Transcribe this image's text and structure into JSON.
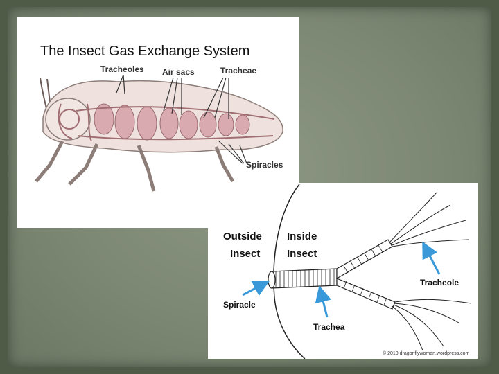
{
  "slide": {
    "title": "The Insect Gas Exchange System"
  },
  "grasshopper_diagram": {
    "labels": {
      "tracheoles": "Tracheoles",
      "air_sacs": "Air sacs",
      "tracheae": "Tracheae",
      "spiracles": "Spiracles"
    }
  },
  "trachea_diagram": {
    "labels": {
      "outside": [
        "Outside",
        "Insect"
      ],
      "inside": [
        "Inside",
        "Insect"
      ],
      "spiracle": "Spiracle",
      "trachea": "Trachea",
      "tracheole": "Tracheole"
    },
    "credit": "© 2010 dragonflywoman.wordpress.com",
    "arrow_color": "#3a9ad9"
  }
}
